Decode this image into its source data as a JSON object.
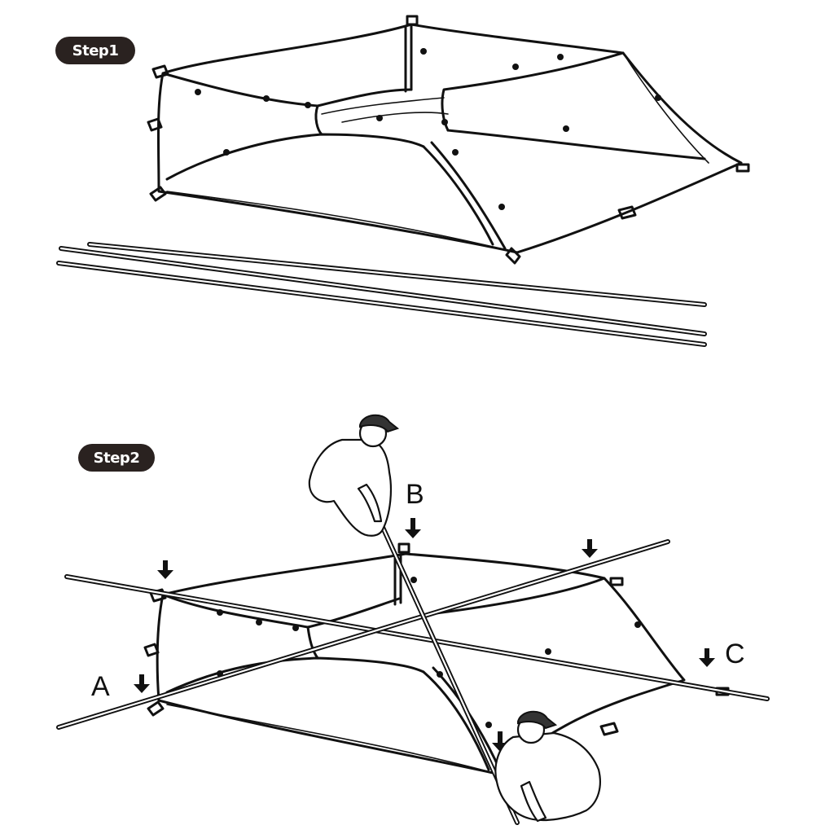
{
  "steps": [
    {
      "label": "Step1"
    },
    {
      "label": "Step2"
    }
  ],
  "markers": {
    "a": "A",
    "b": "B",
    "c": "C"
  },
  "icons": [
    "tent-icon",
    "tent-pole-icon",
    "person-icon",
    "arrow-down-icon"
  ],
  "colors": {
    "ink": "#111111",
    "pill_bg": "#2a2220",
    "pill_text": "#ffffff",
    "background": "#ffffff"
  }
}
